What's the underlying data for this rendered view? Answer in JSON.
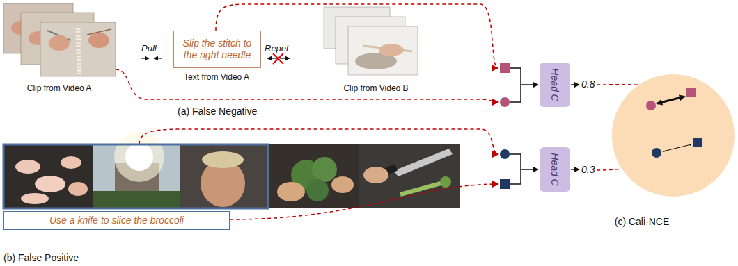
{
  "diagram": {
    "nodes": [
      {
        "text": [
          "Slip the stitch to the right needle"
        ]
      },
      {
        "text": [
          "Head C"
        ]
      },
      {
        "text": [
          "Head C"
        ]
      },
      {
        "text": [
          "Use a knife to slice the broccoli"
        ]
      }
    ],
    "labels": [
      "Clip from Video A",
      "Pull",
      "Text from Video A",
      "Repel",
      "Clip from Video B",
      "(a) False Negative",
      "0.8",
      "0.3",
      "(b) False Positive",
      "(c) Cali-NCE"
    ]
  }
}
